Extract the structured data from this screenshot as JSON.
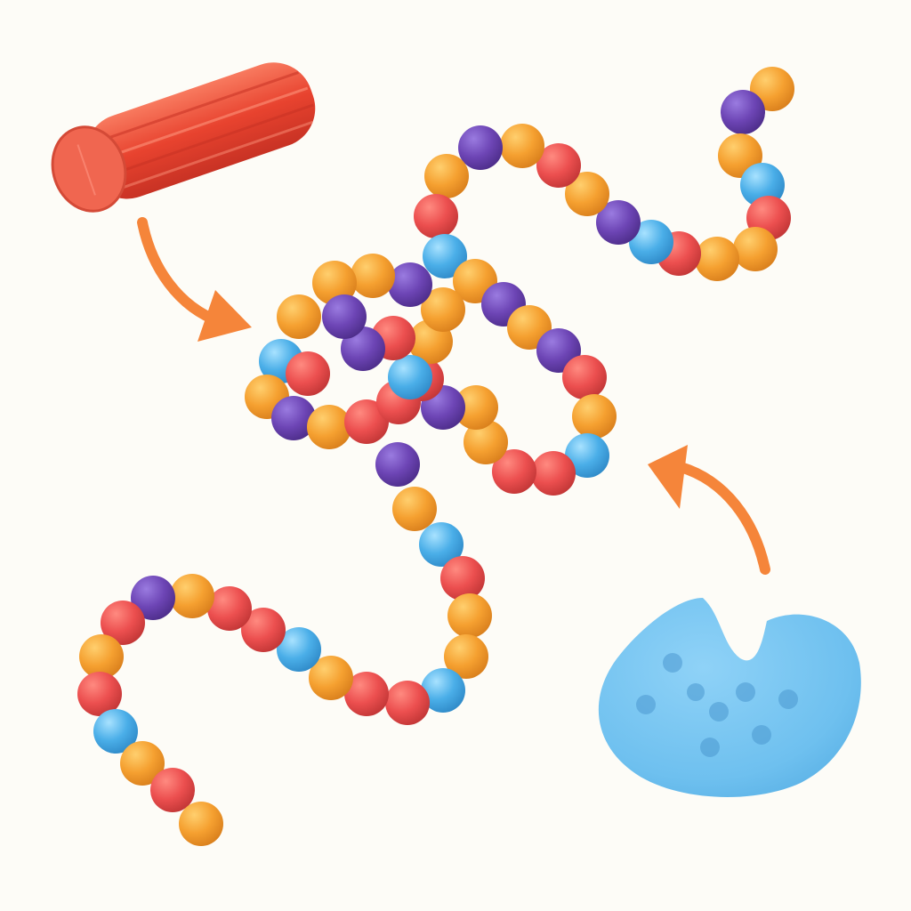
{
  "figure": {
    "background": "#fdfcf7",
    "palette": {
      "red": "#ec4f4f",
      "orange": "#f5a030",
      "purple": "#6d45b5",
      "blue": "#4aaee8",
      "arrow": "#f5853a",
      "rod": "#e8432f",
      "protein": "#6ec0ef"
    },
    "elements": [
      {
        "name": "helix-rod",
        "icon": "rod-cylinder"
      },
      {
        "name": "folding-arrow-top",
        "icon": "curved-arrow"
      },
      {
        "name": "amino-acid-chain",
        "icon": "bead-chain"
      },
      {
        "name": "folding-arrow-right",
        "icon": "curved-arrow"
      },
      {
        "name": "folded-protein",
        "icon": "blob-shape"
      }
    ]
  }
}
